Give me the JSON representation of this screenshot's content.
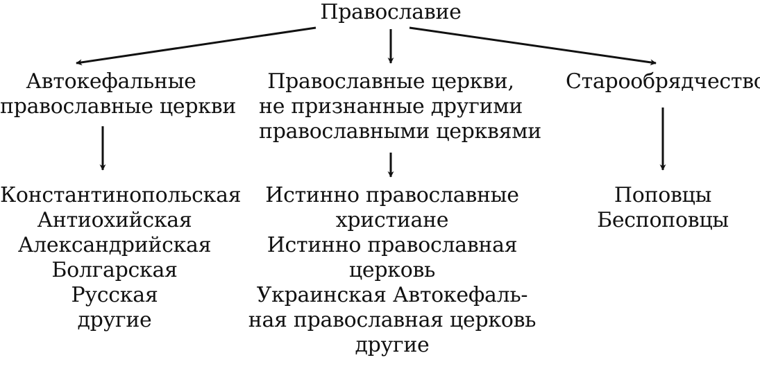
{
  "root": {
    "label": "Православие"
  },
  "branches": [
    {
      "heading": [
        "Автокефальные",
        "православные церкви"
      ],
      "items": [
        "Константинопольская",
        "Антиохийская",
        "Александрийская",
        "Болгарская",
        "Русская",
        "другие"
      ]
    },
    {
      "heading": [
        "Православные церкви,",
        "не признанные другими",
        "православными церквями"
      ],
      "items": [
        "Истинно православные",
        "христиане",
        "Истинно православная",
        "церковь",
        "Украинская Автокефаль-",
        "ная православная церковь",
        "другие"
      ]
    },
    {
      "heading": [
        "Старообрядчество"
      ],
      "items": [
        "Поповцы",
        "Беспоповцы"
      ]
    }
  ]
}
